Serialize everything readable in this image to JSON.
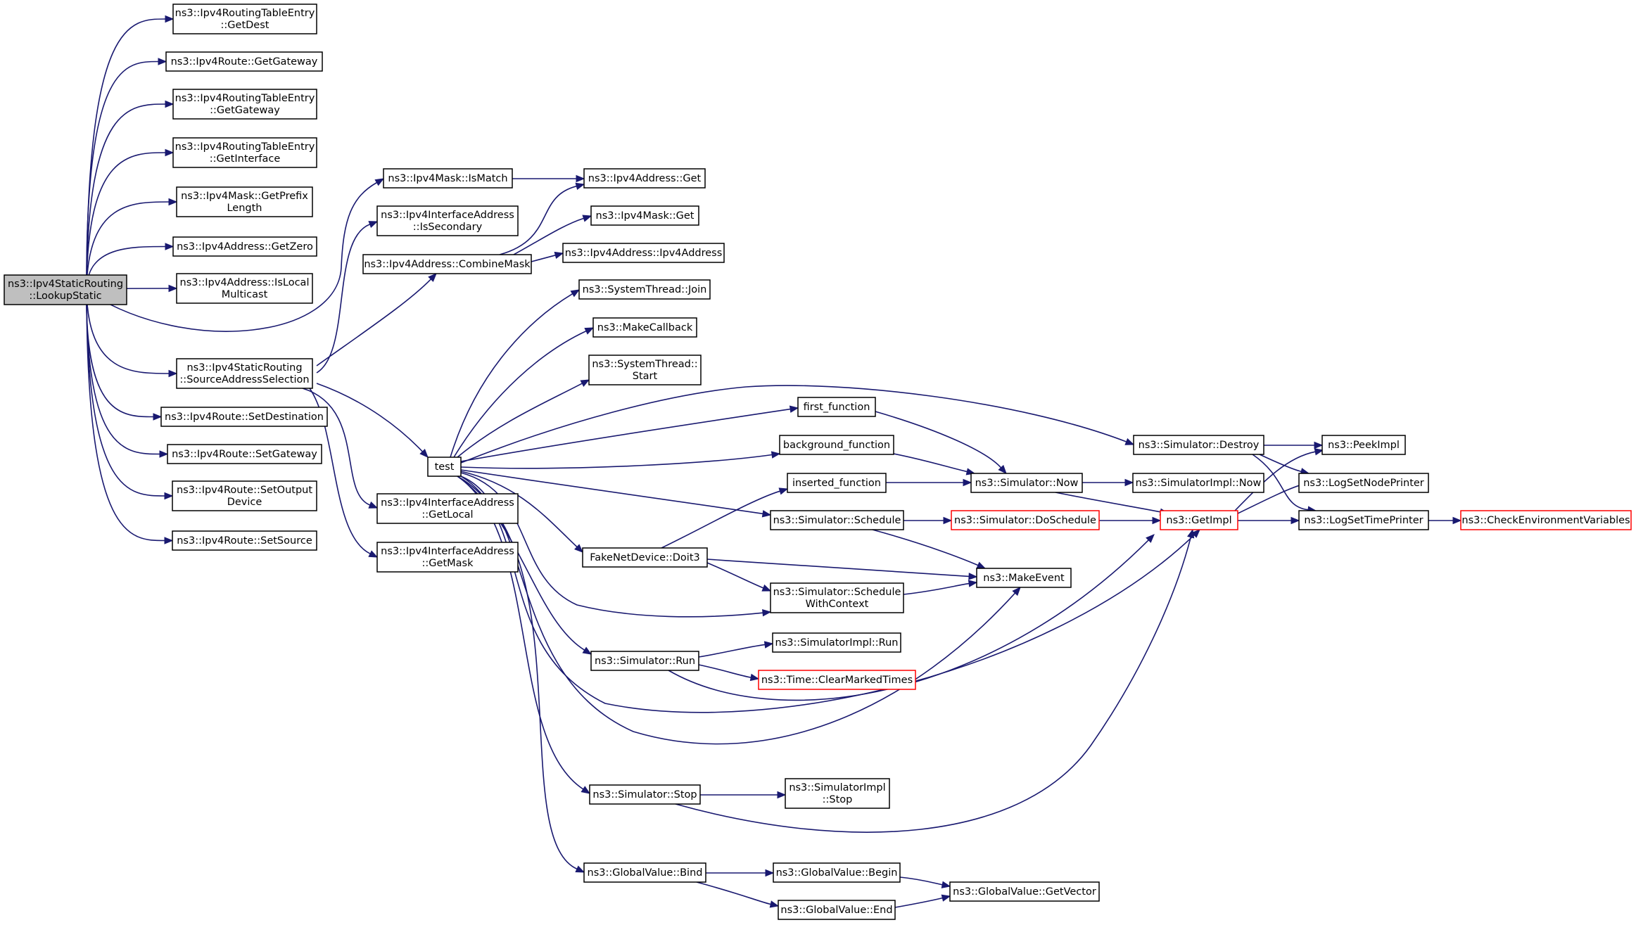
{
  "diagram": {
    "type": "call-graph",
    "colors": {
      "edge": "#191970",
      "border": "#000000",
      "root_fill": "#bfbfbf",
      "truncated_border": "#ff0000"
    },
    "nodes": [
      {
        "id": "root",
        "lines": [
          "ns3::Ipv4StaticRouting",
          "::LookupStatic"
        ],
        "style": "root"
      },
      {
        "id": "rte_getdest",
        "lines": [
          "ns3::Ipv4RoutingTableEntry",
          "::GetDest"
        ]
      },
      {
        "id": "route_getgw",
        "lines": [
          "ns3::Ipv4Route::GetGateway"
        ]
      },
      {
        "id": "rte_getgw",
        "lines": [
          "ns3::Ipv4RoutingTableEntry",
          "::GetGateway"
        ]
      },
      {
        "id": "rte_getif",
        "lines": [
          "ns3::Ipv4RoutingTableEntry",
          "::GetInterface"
        ]
      },
      {
        "id": "mask_prefix",
        "lines": [
          "ns3::Ipv4Mask::GetPrefix",
          "Length"
        ]
      },
      {
        "id": "addr_getzero",
        "lines": [
          "ns3::Ipv4Address::GetZero"
        ]
      },
      {
        "id": "addr_islocal",
        "lines": [
          "ns3::Ipv4Address::IsLocal",
          "Multicast"
        ]
      },
      {
        "id": "src_sel",
        "lines": [
          "ns3::Ipv4StaticRouting",
          "::SourceAddressSelection"
        ]
      },
      {
        "id": "route_setdest",
        "lines": [
          "ns3::Ipv4Route::SetDestination"
        ]
      },
      {
        "id": "route_setgw",
        "lines": [
          "ns3::Ipv4Route::SetGateway"
        ]
      },
      {
        "id": "route_setout",
        "lines": [
          "ns3::Ipv4Route::SetOutput",
          "Device"
        ]
      },
      {
        "id": "route_setsrc",
        "lines": [
          "ns3::Ipv4Route::SetSource"
        ]
      },
      {
        "id": "mask_ismatch",
        "lines": [
          "ns3::Ipv4Mask::IsMatch"
        ]
      },
      {
        "id": "ifaddr_issec",
        "lines": [
          "ns3::Ipv4InterfaceAddress",
          "::IsSecondary"
        ]
      },
      {
        "id": "addr_combine",
        "lines": [
          "ns3::Ipv4Address::CombineMask"
        ]
      },
      {
        "id": "test",
        "lines": [
          "test"
        ]
      },
      {
        "id": "ifaddr_getlocal",
        "lines": [
          "ns3::Ipv4InterfaceAddress",
          "::GetLocal"
        ]
      },
      {
        "id": "ifaddr_getmask",
        "lines": [
          "ns3::Ipv4InterfaceAddress",
          "::GetMask"
        ]
      },
      {
        "id": "addr_get",
        "lines": [
          "ns3::Ipv4Address::Get"
        ]
      },
      {
        "id": "mask_get",
        "lines": [
          "ns3::Ipv4Mask::Get"
        ]
      },
      {
        "id": "addr_ctor",
        "lines": [
          "ns3::Ipv4Address::Ipv4Address"
        ]
      },
      {
        "id": "st_join",
        "lines": [
          "ns3::SystemThread::Join"
        ]
      },
      {
        "id": "makecallback",
        "lines": [
          "ns3::MakeCallback"
        ]
      },
      {
        "id": "st_start",
        "lines": [
          "ns3::SystemThread::",
          "Start"
        ]
      },
      {
        "id": "first_fn",
        "lines": [
          "first_function"
        ]
      },
      {
        "id": "bg_fn",
        "lines": [
          "background_function"
        ]
      },
      {
        "id": "ins_fn",
        "lines": [
          "inserted_function"
        ]
      },
      {
        "id": "sim_schedule",
        "lines": [
          "ns3::Simulator::Schedule"
        ]
      },
      {
        "id": "doit3",
        "lines": [
          "FakeNetDevice::Doit3"
        ]
      },
      {
        "id": "sim_schedctx",
        "lines": [
          "ns3::Simulator::Schedule",
          "WithContext"
        ]
      },
      {
        "id": "sim_run",
        "lines": [
          "ns3::Simulator::Run"
        ]
      },
      {
        "id": "simimpl_run",
        "lines": [
          "ns3::SimulatorImpl::Run"
        ]
      },
      {
        "id": "time_clear",
        "lines": [
          "ns3::Time::ClearMarkedTimes"
        ],
        "style": "trunc"
      },
      {
        "id": "sim_stop",
        "lines": [
          "ns3::Simulator::Stop"
        ]
      },
      {
        "id": "simimpl_stop",
        "lines": [
          "ns3::SimulatorImpl",
          "::Stop"
        ]
      },
      {
        "id": "gv_bind",
        "lines": [
          "ns3::GlobalValue::Bind"
        ]
      },
      {
        "id": "gv_begin",
        "lines": [
          "ns3::GlobalValue::Begin"
        ]
      },
      {
        "id": "gv_end",
        "lines": [
          "ns3::GlobalValue::End"
        ]
      },
      {
        "id": "gv_getvec",
        "lines": [
          "ns3::GlobalValue::GetVector"
        ]
      },
      {
        "id": "sim_destroy",
        "lines": [
          "ns3::Simulator::Destroy"
        ]
      },
      {
        "id": "sim_now",
        "lines": [
          "ns3::Simulator::Now"
        ]
      },
      {
        "id": "sim_dosched",
        "lines": [
          "ns3::Simulator::DoSchedule"
        ],
        "style": "trunc"
      },
      {
        "id": "makeevent",
        "lines": [
          "ns3::MakeEvent"
        ]
      },
      {
        "id": "simimpl_now",
        "lines": [
          "ns3::SimulatorImpl::Now"
        ]
      },
      {
        "id": "getimpl",
        "lines": [
          "ns3::GetImpl"
        ],
        "style": "trunc"
      },
      {
        "id": "peekimpl",
        "lines": [
          "ns3::PeekImpl"
        ]
      },
      {
        "id": "lognode",
        "lines": [
          "ns3::LogSetNodePrinter"
        ]
      },
      {
        "id": "logtime",
        "lines": [
          "ns3::LogSetTimePrinter"
        ]
      },
      {
        "id": "checkenv",
        "lines": [
          "ns3::CheckEnvironmentVariables"
        ],
        "style": "trunc"
      }
    ],
    "edges": [
      [
        "root",
        "rte_getdest"
      ],
      [
        "root",
        "route_getgw"
      ],
      [
        "root",
        "rte_getgw"
      ],
      [
        "root",
        "rte_getif"
      ],
      [
        "root",
        "mask_prefix"
      ],
      [
        "root",
        "addr_getzero"
      ],
      [
        "root",
        "addr_islocal"
      ],
      [
        "root",
        "mask_ismatch"
      ],
      [
        "root",
        "src_sel"
      ],
      [
        "root",
        "route_setdest"
      ],
      [
        "root",
        "route_setgw"
      ],
      [
        "root",
        "route_setout"
      ],
      [
        "root",
        "route_setsrc"
      ],
      [
        "src_sel",
        "ifaddr_issec"
      ],
      [
        "src_sel",
        "addr_combine"
      ],
      [
        "src_sel",
        "test"
      ],
      [
        "src_sel",
        "ifaddr_getlocal"
      ],
      [
        "src_sel",
        "ifaddr_getmask"
      ],
      [
        "mask_ismatch",
        "addr_get"
      ],
      [
        "addr_combine",
        "addr_get"
      ],
      [
        "addr_combine",
        "mask_get"
      ],
      [
        "addr_combine",
        "addr_ctor"
      ],
      [
        "test",
        "st_join"
      ],
      [
        "test",
        "makecallback"
      ],
      [
        "test",
        "st_start"
      ],
      [
        "test",
        "first_fn"
      ],
      [
        "test",
        "bg_fn"
      ],
      [
        "test",
        "sim_destroy"
      ],
      [
        "test",
        "sim_schedule"
      ],
      [
        "test",
        "doit3"
      ],
      [
        "test",
        "sim_schedctx"
      ],
      [
        "test",
        "sim_run"
      ],
      [
        "test",
        "sim_stop"
      ],
      [
        "test",
        "gv_bind"
      ],
      [
        "test",
        "makeevent"
      ],
      [
        "test",
        "getimpl"
      ],
      [
        "first_fn",
        "sim_now"
      ],
      [
        "bg_fn",
        "sim_now"
      ],
      [
        "ins_fn",
        "sim_now"
      ],
      [
        "doit3",
        "ins_fn"
      ],
      [
        "doit3",
        "sim_schedctx"
      ],
      [
        "doit3",
        "makeevent"
      ],
      [
        "sim_schedule",
        "sim_dosched"
      ],
      [
        "sim_schedule",
        "makeevent"
      ],
      [
        "sim_schedctx",
        "makeevent"
      ],
      [
        "sim_run",
        "simimpl_run"
      ],
      [
        "sim_run",
        "time_clear"
      ],
      [
        "sim_run",
        "getimpl"
      ],
      [
        "sim_stop",
        "simimpl_stop"
      ],
      [
        "sim_stop",
        "getimpl"
      ],
      [
        "gv_bind",
        "gv_begin"
      ],
      [
        "gv_bind",
        "gv_end"
      ],
      [
        "gv_begin",
        "gv_getvec"
      ],
      [
        "gv_end",
        "gv_getvec"
      ],
      [
        "sim_now",
        "simimpl_now"
      ],
      [
        "sim_now",
        "getimpl"
      ],
      [
        "sim_dosched",
        "getimpl"
      ],
      [
        "sim_destroy",
        "peekimpl"
      ],
      [
        "sim_destroy",
        "lognode"
      ],
      [
        "sim_destroy",
        "logtime"
      ],
      [
        "getimpl",
        "peekimpl"
      ],
      [
        "getimpl",
        "lognode"
      ],
      [
        "getimpl",
        "logtime"
      ],
      [
        "logtime",
        "checkenv"
      ]
    ]
  }
}
